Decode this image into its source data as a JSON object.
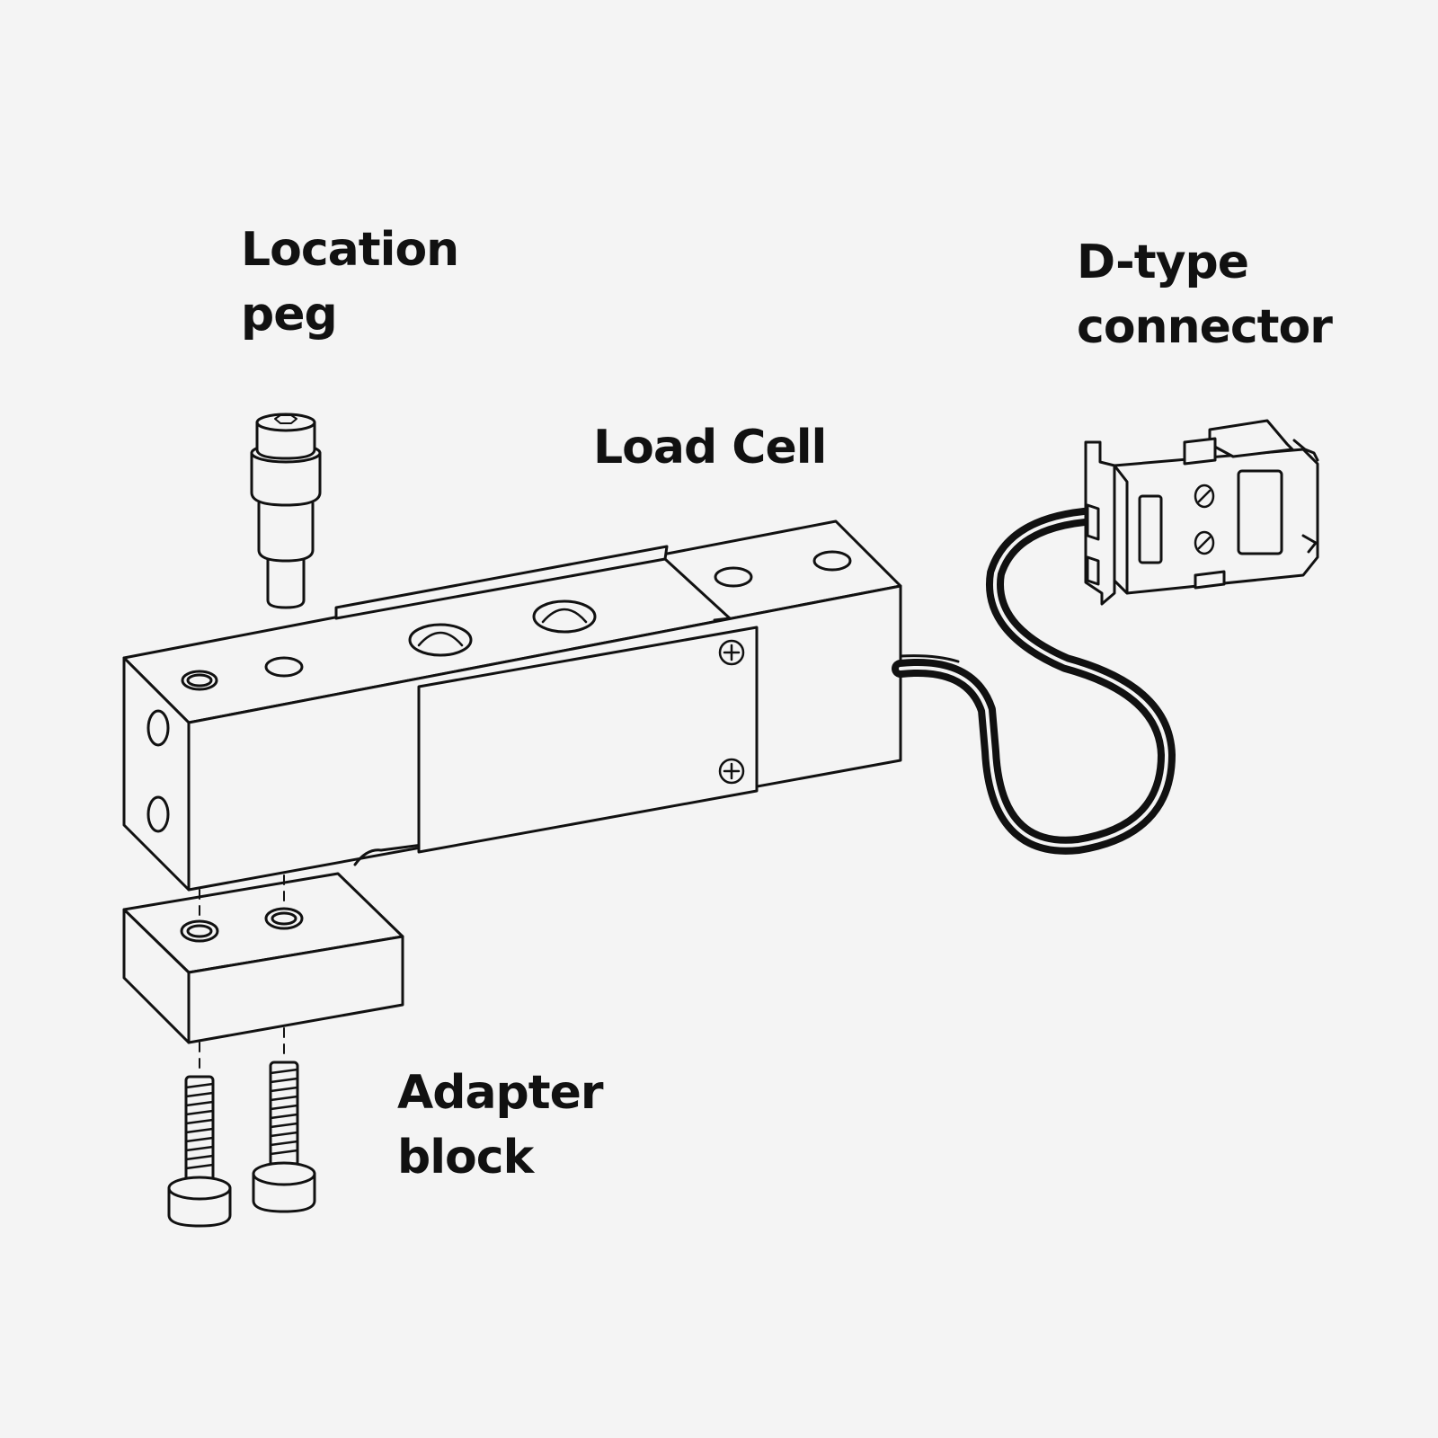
{
  "labels": {
    "location_peg": {
      "line1": "Location",
      "line2": "peg"
    },
    "load_cell": {
      "line1": "Load Cell"
    },
    "d_type_connector": {
      "line1": "D-type",
      "line2": "connector"
    },
    "adapter_block": {
      "line1": "Adapter",
      "line2": "block"
    }
  },
  "colors": {
    "background": "#f4f4f4",
    "ink": "#111111",
    "fill": "#f4f4f4"
  }
}
